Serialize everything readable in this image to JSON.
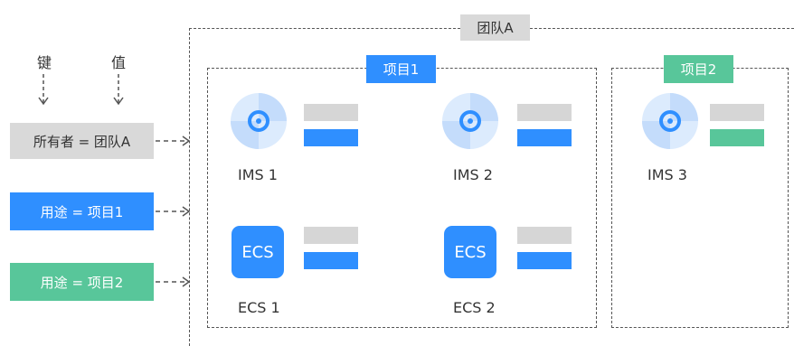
{
  "legend": {
    "key_header": "键",
    "value_header": "值"
  },
  "tags": [
    {
      "text": "所有者  =  团队A"
    },
    {
      "text": "用途  =  项目1"
    },
    {
      "text": "用途  =  项目2"
    }
  ],
  "team": {
    "label": "团队A"
  },
  "projects": [
    {
      "label": "项目1"
    },
    {
      "label": "项目2"
    }
  ],
  "resources": {
    "ims1": "IMS 1",
    "ims2": "IMS 2",
    "ims3": "IMS 3",
    "ecs1": "ECS 1",
    "ecs2": "ECS 2",
    "ecs_icon_text": "ECS"
  },
  "colors": {
    "gray": "#d9d9d9",
    "blue": "#2f8fff",
    "green": "#58c69a"
  },
  "icons": [
    "down-arrow-icon",
    "disk-image-icon",
    "ecs-server-icon"
  ]
}
